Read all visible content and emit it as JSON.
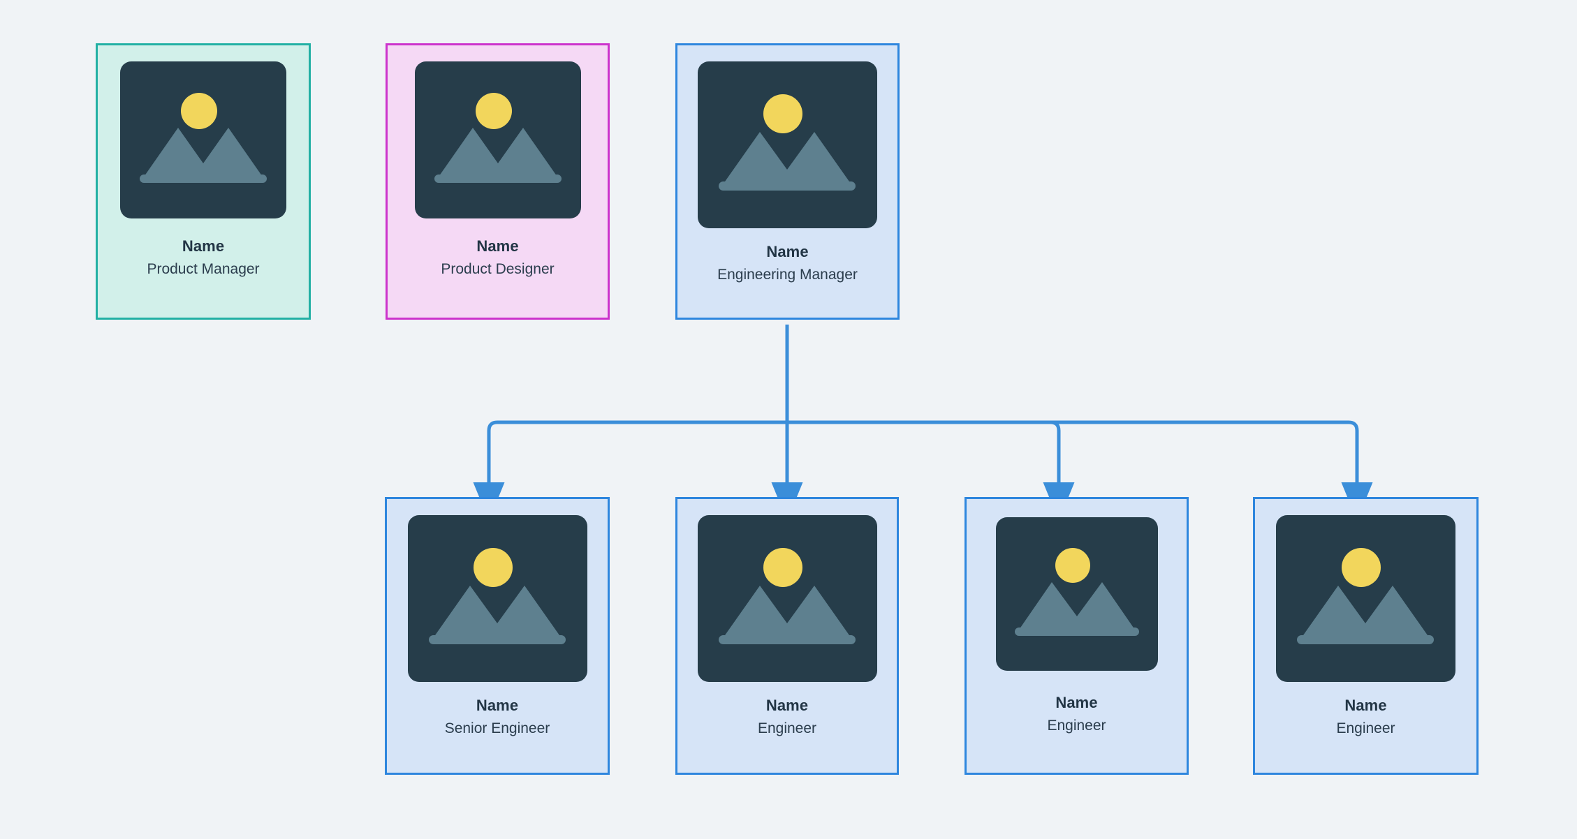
{
  "diagram": {
    "type": "org-chart",
    "background_color": "#f0f3f6",
    "connector_color": "#3b8ed9",
    "placeholder_icon": "image-placeholder-icon",
    "top_row": [
      {
        "name": "Name",
        "role": "Product Manager",
        "theme": "teal",
        "border_color": "#22b0a4",
        "fill_color": "#d2f0ea"
      },
      {
        "name": "Name",
        "role": "Product Designer",
        "theme": "pink",
        "border_color": "#cc33cc",
        "fill_color": "#f5d9f5"
      },
      {
        "name": "Name",
        "role": "Engineering Manager",
        "theme": "blue",
        "border_color": "#2e86de",
        "fill_color": "#d6e4f7"
      }
    ],
    "bottom_row": [
      {
        "name": "Name",
        "role": "Senior Engineer",
        "theme": "blue",
        "border_color": "#2e86de",
        "fill_color": "#d6e4f7"
      },
      {
        "name": "Name",
        "role": "Engineer",
        "theme": "blue",
        "border_color": "#2e86de",
        "fill_color": "#d6e4f7"
      },
      {
        "name": "Name",
        "role": "Engineer",
        "theme": "blue",
        "border_color": "#2e86de",
        "fill_color": "#d6e4f7"
      },
      {
        "name": "Name",
        "role": "Engineer",
        "theme": "blue",
        "border_color": "#2e86de",
        "fill_color": "#d6e4f7"
      }
    ],
    "edges": [
      {
        "from": "Engineering Manager",
        "to": "Senior Engineer"
      },
      {
        "from": "Engineering Manager",
        "to": "Engineer"
      },
      {
        "from": "Engineering Manager",
        "to": "Engineer"
      },
      {
        "from": "Engineering Manager",
        "to": "Engineer"
      }
    ]
  }
}
